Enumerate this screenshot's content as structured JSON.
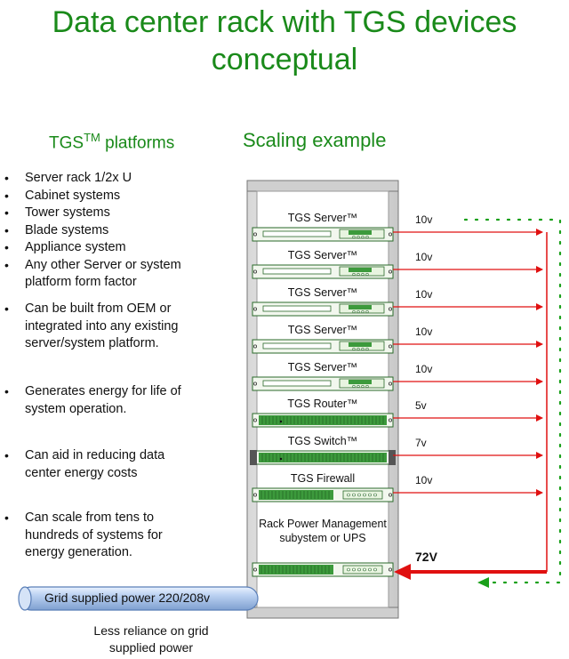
{
  "title": "Data center rack with TGS devices conceptual",
  "platforms_heading": {
    "text": "TGS",
    "tm": "TM",
    "suffix": "platforms"
  },
  "scaling_heading": "Scaling example",
  "bullet_groups": [
    [
      "Server rack 1/2x U",
      "Cabinet systems",
      "Tower systems",
      "Blade systems",
      "Appliance system",
      "Any other Server or system platform form factor"
    ],
    [
      "Can be built from OEM or integrated into any existing server/system platform."
    ],
    [
      "Generates energy for life of system operation."
    ],
    [
      "Can aid in reducing data center energy costs"
    ],
    [
      "Can scale from tens to hundreds of systems for energy generation."
    ]
  ],
  "devices": [
    {
      "label": "TGS Server™",
      "voltage": "10v",
      "kind": "server"
    },
    {
      "label": "TGS Server™",
      "voltage": "10v",
      "kind": "server"
    },
    {
      "label": "TGS Server™",
      "voltage": "10v",
      "kind": "server"
    },
    {
      "label": "TGS Server™",
      "voltage": "10v",
      "kind": "server"
    },
    {
      "label": "TGS Server™",
      "voltage": "10v",
      "kind": "server"
    },
    {
      "label": "TGS Router™",
      "voltage": "5v",
      "kind": "router"
    },
    {
      "label": "TGS Switch™",
      "voltage": "7v",
      "kind": "switch"
    },
    {
      "label": "TGS Firewall",
      "voltage": "10v",
      "kind": "firewall"
    }
  ],
  "ups": {
    "label": "Rack Power Management subystem or UPS",
    "voltage": "72V"
  },
  "pipe_label": "Grid supplied power 220/208v",
  "footer": "Less reliance on grid supplied power",
  "colors": {
    "title": "#1a8a1a",
    "arrow": "#e01010",
    "device_green": "#3c9a3c",
    "dots": "#1aa01a"
  }
}
